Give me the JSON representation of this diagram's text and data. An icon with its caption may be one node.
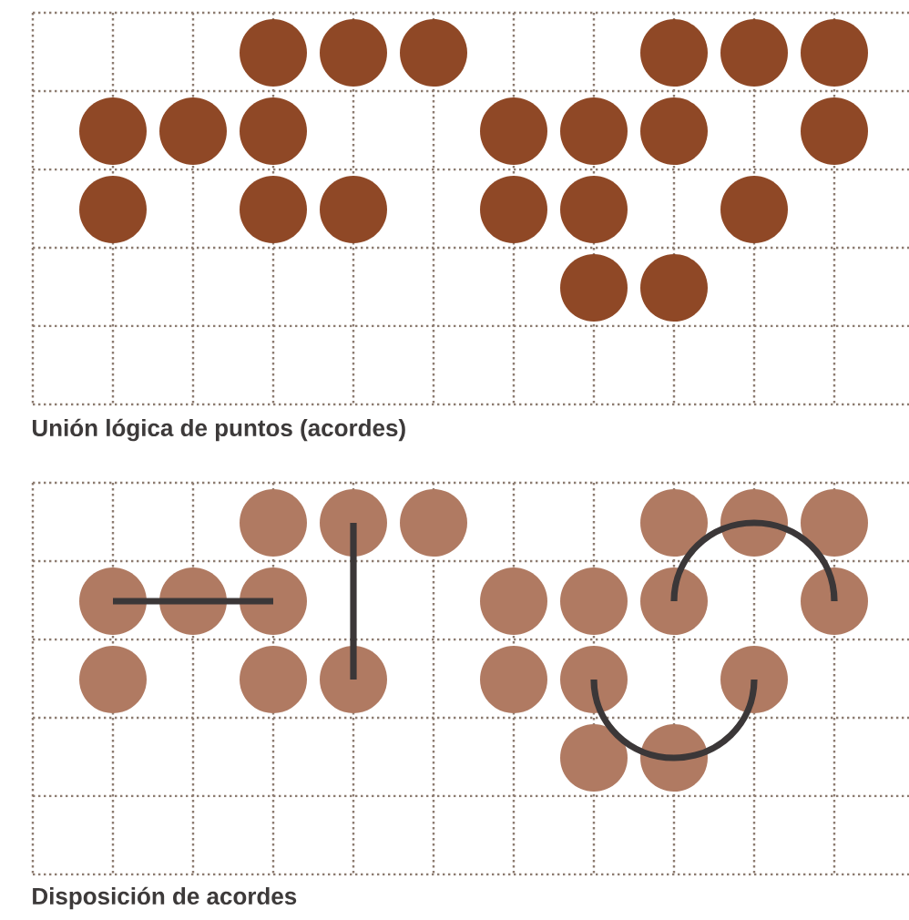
{
  "diagram": {
    "nodes": [
      {
        "text": [],
        "shape": "circle"
      },
      {
        "text": [],
        "shape": "circle"
      },
      {
        "text": [],
        "shape": "circle"
      },
      {
        "text": [],
        "shape": "circle"
      },
      {
        "text": [],
        "shape": "circle"
      },
      {
        "text": [],
        "shape": "circle"
      },
      {
        "text": [],
        "shape": "circle"
      },
      {
        "text": [],
        "shape": "circle"
      },
      {
        "text": [],
        "shape": "circle"
      },
      {
        "text": [],
        "shape": "circle"
      },
      {
        "text": [],
        "shape": "circle"
      },
      {
        "text": [],
        "shape": "circle"
      },
      {
        "text": [],
        "shape": "circle"
      },
      {
        "text": [],
        "shape": "circle"
      },
      {
        "text": [],
        "shape": "circle"
      },
      {
        "text": [],
        "shape": "circle"
      },
      {
        "text": [],
        "shape": "circle"
      },
      {
        "text": [],
        "shape": "circle"
      },
      {
        "text": [],
        "shape": "circle"
      },
      {
        "text": [],
        "shape": "circle"
      },
      {
        "text": [],
        "shape": "circle"
      },
      {
        "text": [],
        "shape": "circle"
      },
      {
        "text": [],
        "shape": "circle"
      },
      {
        "text": [],
        "shape": "circle"
      },
      {
        "text": [],
        "shape": "circle"
      },
      {
        "text": [],
        "shape": "circle"
      },
      {
        "text": [],
        "shape": "circle"
      },
      {
        "text": [],
        "shape": "circle"
      },
      {
        "text": [],
        "shape": "circle"
      },
      {
        "text": [],
        "shape": "circle"
      },
      {
        "text": [],
        "shape": "circle"
      },
      {
        "text": [],
        "shape": "circle"
      },
      {
        "text": [],
        "shape": "circle"
      },
      {
        "text": [],
        "shape": "circle"
      },
      {
        "text": [],
        "shape": "circle"
      },
      {
        "text": [],
        "shape": "circle"
      },
      {
        "text": [],
        "shape": "circle"
      },
      {
        "text": [],
        "shape": "circle"
      },
      {
        "text": [],
        "shape": "circle"
      },
      {
        "text": [],
        "shape": "circle"
      },
      {
        "text": [],
        "shape": "circle"
      },
      {
        "text": [],
        "shape": "circle"
      }
    ],
    "edges": [
      {
        "from": 27,
        "to": 28,
        "arrow": "none"
      },
      {
        "from": 28,
        "to": 29,
        "arrow": "none"
      },
      {
        "from": 22,
        "to": 36,
        "arrow": "none"
      },
      {
        "from": 32,
        "to": 25,
        "arrow": "none"
      },
      {
        "from": 25,
        "to": 33,
        "arrow": "none"
      },
      {
        "from": 38,
        "to": 41,
        "arrow": "none"
      },
      {
        "from": 41,
        "to": 39,
        "arrow": "none"
      }
    ],
    "labels": [
      "Unión lógica de puntos (acordes)",
      "Disposición de acordes"
    ]
  }
}
